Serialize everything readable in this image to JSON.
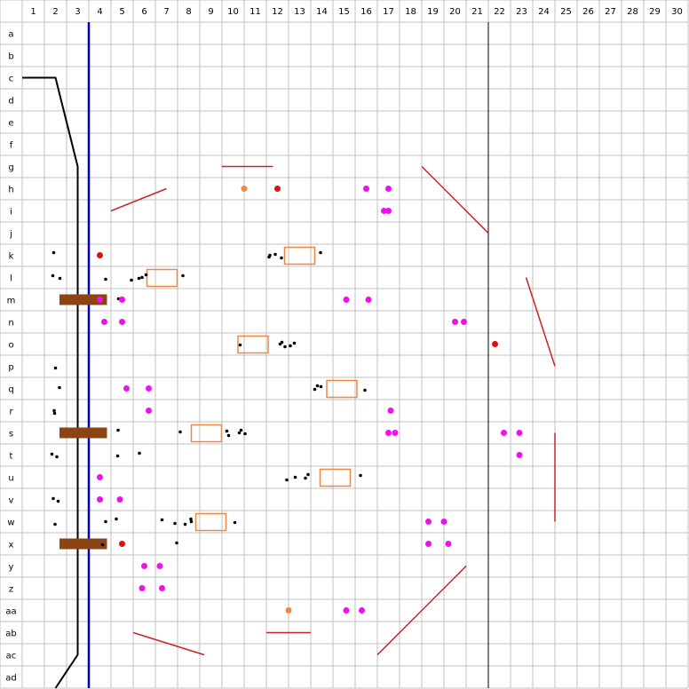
{
  "columns": [
    "1",
    "2",
    "3",
    "4",
    "5",
    "6",
    "7",
    "8",
    "9",
    "10",
    "11",
    "12",
    "13",
    "14",
    "15",
    "16",
    "17",
    "18",
    "19",
    "20",
    "21",
    "22",
    "23",
    "24",
    "25",
    "26",
    "27",
    "28",
    "29",
    "30"
  ],
  "rows": [
    "a",
    "b",
    "c",
    "d",
    "e",
    "f",
    "g",
    "h",
    "i",
    "j",
    "k",
    "l",
    "m",
    "n",
    "o",
    "p",
    "q",
    "r",
    "s",
    "t",
    "u",
    "v",
    "w",
    "x",
    "y",
    "z",
    "aa",
    "ab",
    "ac",
    "ad"
  ],
  "colors": {
    "grid_line": "#c0c0c0",
    "boundary": "#000000",
    "blue_line": "#0000cc",
    "brown_bar": "#8b4513",
    "red_line": "#cc2222",
    "red_dot": "#dd1111",
    "magenta_dot": "#ee11ee",
    "orange_dot": "#ee8844",
    "orange_rect": "#ee8844",
    "black_dot": "#000000"
  },
  "map": {
    "black_path": [
      [
        "1",
        "c"
      ],
      [
        "2",
        "c"
      ],
      [
        "3",
        "g"
      ],
      [
        "3",
        "ac"
      ],
      [
        "2",
        "ad"
      ]
    ],
    "blue_line": {
      "col": "3.5",
      "from": "a",
      "to": "ad"
    },
    "vertical_boundary": {
      "col": "21.5",
      "from": "a",
      "to": "ad"
    },
    "brown_bars": [
      {
        "from": [
          "2.5",
          "m"
        ],
        "to": [
          "4",
          "m"
        ]
      },
      {
        "from": [
          "2.5",
          "s"
        ],
        "to": [
          "4",
          "s"
        ]
      },
      {
        "from": [
          "2.5",
          "x"
        ],
        "to": [
          "4",
          "x"
        ]
      }
    ],
    "red_lines": [
      {
        "from": [
          "4.5",
          "i"
        ],
        "to": [
          "7",
          "h"
        ]
      },
      {
        "from": [
          "9.5",
          "g"
        ],
        "to": [
          "11.8",
          "g"
        ]
      },
      {
        "from": [
          "18.5",
          "g"
        ],
        "to": [
          "21.5",
          "j"
        ]
      },
      {
        "from": [
          "23.2",
          "l"
        ],
        "to": [
          "24.5",
          "p"
        ]
      },
      {
        "from": [
          "24.5",
          "s"
        ],
        "to": [
          "24.5",
          "w"
        ]
      },
      {
        "from": [
          "20.5",
          "y"
        ],
        "to": [
          "16.5",
          "ac"
        ]
      },
      {
        "from": [
          "11.5",
          "ab"
        ],
        "to": [
          "13.5",
          "ab"
        ]
      },
      {
        "from": [
          "5.5",
          "ab"
        ],
        "to": [
          "8.7",
          "ac"
        ]
      }
    ],
    "orange_rects": [
      {
        "center": [
          "13",
          "k"
        ]
      },
      {
        "center": [
          "6.8",
          "l"
        ]
      },
      {
        "center": [
          "10.9",
          "o"
        ]
      },
      {
        "center": [
          "14.9",
          "q"
        ]
      },
      {
        "center": [
          "8.8",
          "s"
        ]
      },
      {
        "center": [
          "14.6",
          "u"
        ]
      },
      {
        "center": [
          "9",
          "w"
        ]
      }
    ],
    "red_dots": [
      [
        "12",
        "h"
      ],
      [
        "4",
        "k"
      ],
      [
        "21.8",
        "o"
      ],
      [
        "5",
        "x"
      ]
    ],
    "orange_dots": [
      [
        "10.5",
        "h"
      ],
      [
        "12.5",
        "aa"
      ]
    ],
    "magenta_dots": [
      [
        "16",
        "h"
      ],
      [
        "17",
        "h"
      ],
      [
        "17",
        "i"
      ],
      [
        "16.8",
        "i"
      ],
      [
        "15.1",
        "m"
      ],
      [
        "16.1",
        "m"
      ],
      [
        "4",
        "m"
      ],
      [
        "5",
        "m"
      ],
      [
        "4.2",
        "n"
      ],
      [
        "5",
        "n"
      ],
      [
        "20",
        "n"
      ],
      [
        "20.4",
        "n"
      ],
      [
        "5.2",
        "q"
      ],
      [
        "6.2",
        "q"
      ],
      [
        "6.2",
        "r"
      ],
      [
        "17.1",
        "r"
      ],
      [
        "17.3",
        "s"
      ],
      [
        "17",
        "s"
      ],
      [
        "22.2",
        "s"
      ],
      [
        "22.9",
        "s"
      ],
      [
        "22.9",
        "t"
      ],
      [
        "4",
        "u"
      ],
      [
        "4",
        "v"
      ],
      [
        "4.9",
        "v"
      ],
      [
        "18.8",
        "w"
      ],
      [
        "19.5",
        "w"
      ],
      [
        "18.8",
        "x"
      ],
      [
        "19.7",
        "x"
      ],
      [
        "6",
        "y"
      ],
      [
        "6.7",
        "y"
      ],
      [
        "5.9",
        "z"
      ],
      [
        "6.8",
        "z"
      ],
      [
        "15.1",
        "aa"
      ],
      [
        "15.8",
        "aa"
      ]
    ],
    "black_dots": [
      [
        "2",
        "k"
      ],
      [
        "2.2",
        "l"
      ],
      [
        "1.8",
        "l"
      ],
      [
        "4.3",
        "l"
      ],
      [
        "4.8",
        "m"
      ],
      [
        "5.5",
        "l"
      ],
      [
        "5.9",
        "l"
      ],
      [
        "6",
        "l"
      ],
      [
        "5.8",
        "l"
      ],
      [
        "7.7",
        "l"
      ],
      [
        "11.7",
        "k"
      ],
      [
        "11.9",
        "k"
      ],
      [
        "12.1",
        "k"
      ],
      [
        "11.7",
        "k"
      ],
      [
        "13.9",
        "k"
      ],
      [
        "10.4",
        "o"
      ],
      [
        "12.2",
        "o"
      ],
      [
        "12.5",
        "o"
      ],
      [
        "12.8",
        "o"
      ],
      [
        "12.3",
        "o"
      ],
      [
        "12.2",
        "o"
      ],
      [
        "13.8",
        "q"
      ],
      [
        "13.6",
        "q"
      ],
      [
        "14",
        "q"
      ],
      [
        "15.9",
        "q"
      ],
      [
        "7.7",
        "s"
      ],
      [
        "9.8",
        "s"
      ],
      [
        "10.2",
        "s"
      ],
      [
        "10.4",
        "s"
      ],
      [
        "10.5",
        "s"
      ],
      [
        "9.8",
        "s"
      ],
      [
        "2",
        "p"
      ],
      [
        "2.1",
        "q"
      ],
      [
        "2",
        "r"
      ],
      [
        "1.9",
        "r"
      ],
      [
        "4.9",
        "s"
      ],
      [
        "4.8",
        "t"
      ],
      [
        "5.7",
        "t"
      ],
      [
        "2.1",
        "t"
      ],
      [
        "1.8",
        "t"
      ],
      [
        "12.5",
        "u"
      ],
      [
        "12.8",
        "u"
      ],
      [
        "13.3",
        "u"
      ],
      [
        "13.3",
        "u"
      ],
      [
        "15.7",
        "u"
      ],
      [
        "2.2",
        "v"
      ],
      [
        "1.9",
        "v"
      ],
      [
        "1.9",
        "w"
      ],
      [
        "4.3",
        "w"
      ],
      [
        "4.7",
        "w"
      ],
      [
        "4.2",
        "x"
      ],
      [
        "6.8",
        "w"
      ],
      [
        "7.3",
        "w"
      ],
      [
        "7.5",
        "x"
      ],
      [
        "7.8",
        "w"
      ],
      [
        "8.2",
        "w"
      ],
      [
        "8.1",
        "w"
      ],
      [
        "10",
        "w"
      ]
    ]
  }
}
